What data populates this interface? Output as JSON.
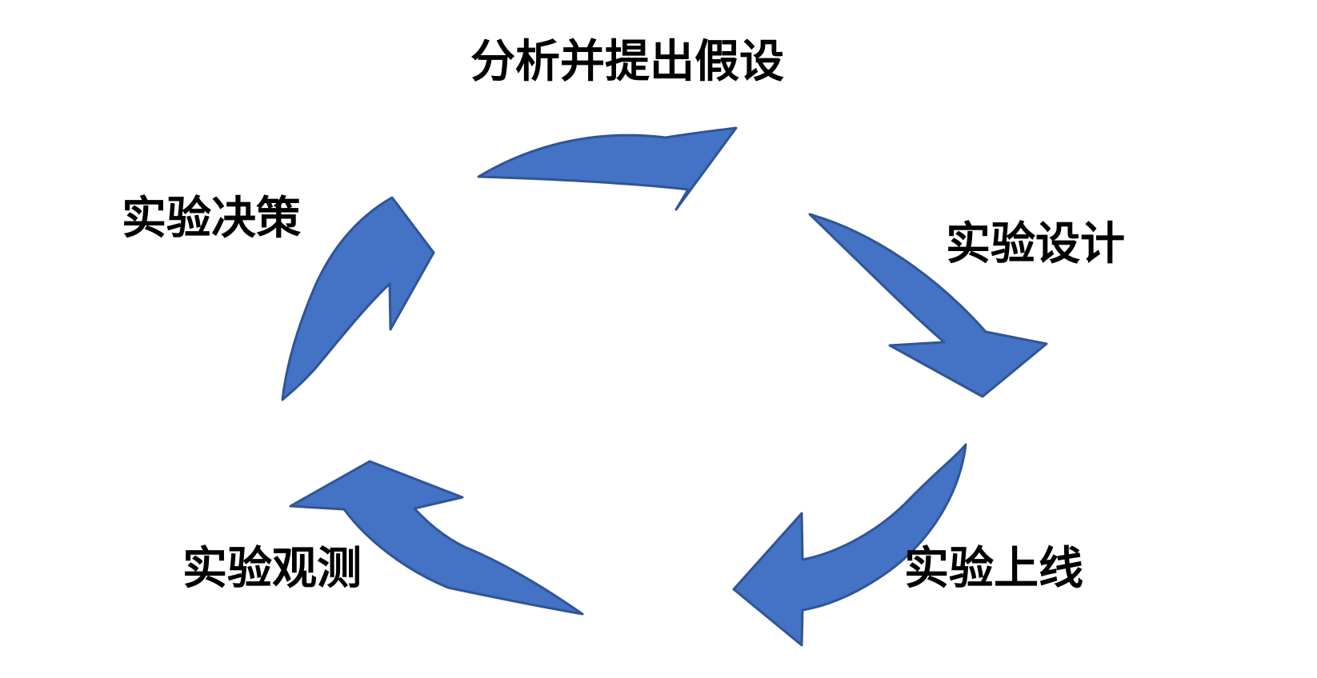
{
  "diagram": {
    "type": "cycle-diagram",
    "direction": "clockwise",
    "background": "#ffffff",
    "steps": [
      {
        "label": "分析并提出假设",
        "position": "top"
      },
      {
        "label": "实验设计",
        "position": "right"
      },
      {
        "label": "实验上线",
        "position": "bottom-right"
      },
      {
        "label": "实验观测",
        "position": "bottom-left"
      },
      {
        "label": "实验决策",
        "position": "left"
      }
    ],
    "arrows": [
      {
        "icon": "curved-arrow-top-icon",
        "points": "right"
      },
      {
        "icon": "curved-arrow-right-icon",
        "points": "down-right"
      },
      {
        "icon": "curved-arrow-bottom-right-icon",
        "points": "left"
      },
      {
        "icon": "curved-arrow-bottom-left-icon",
        "points": "up-left"
      },
      {
        "icon": "curved-arrow-left-icon",
        "points": "up-right"
      }
    ],
    "colors": {
      "arrow_fill": "#4472C4",
      "arrow_stroke": "#2F5597",
      "label_text": "#000000"
    }
  }
}
